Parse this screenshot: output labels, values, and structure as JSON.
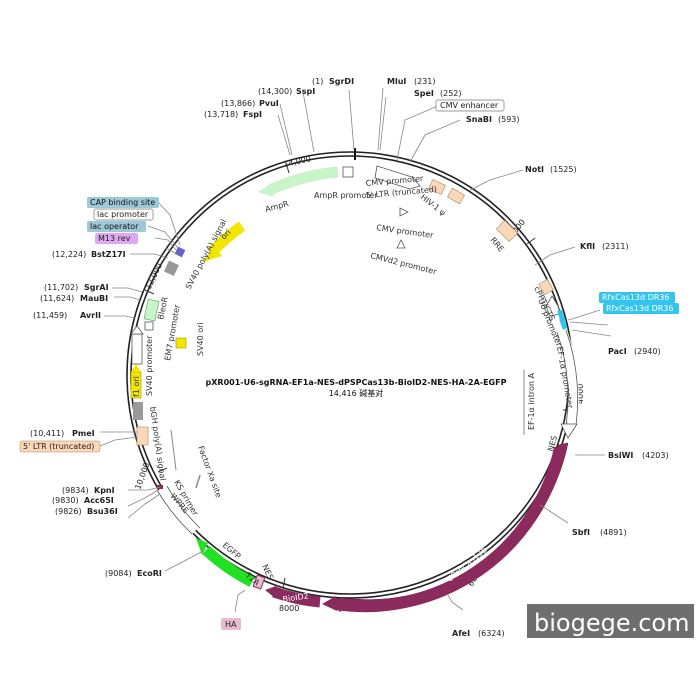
{
  "map": {
    "name": "pXR001-U6-sgRNA-EF1a-NES-dPSPCas13b-BioID2-NES-HA-2A-EGFP",
    "size_text": "14,416 碱基对"
  },
  "ticks": [
    {
      "label": "2000"
    },
    {
      "label": "4000"
    },
    {
      "label": "6000"
    },
    {
      "label": "8000"
    },
    {
      "label": "10,000"
    },
    {
      "label": "12,000"
    },
    {
      "label": "14,000"
    }
  ],
  "sites": [
    {
      "name": "SgrDI",
      "pos": "(1)"
    },
    {
      "name": "MluI",
      "pos": "(231)"
    },
    {
      "name": "SpeI",
      "pos": "(252)"
    },
    {
      "name": "SnaBI",
      "pos": "(593)"
    },
    {
      "name": "NotI",
      "pos": "(1525)"
    },
    {
      "name": "KflI",
      "pos": "(2311)"
    },
    {
      "name": "PacI",
      "pos": "(2940)"
    },
    {
      "name": "BsiWI",
      "pos": "(4203)"
    },
    {
      "name": "SbfI",
      "pos": "(4891)"
    },
    {
      "name": "AfeI",
      "pos": "(6324)"
    },
    {
      "name": "EcoRI",
      "pos": "(9084)"
    },
    {
      "name": "KpnI",
      "pos": "(9834)"
    },
    {
      "name": "Acc65I",
      "pos": "(9830)"
    },
    {
      "name": "Bsu36I",
      "pos": "(9826)"
    },
    {
      "name": "PmeI",
      "pos": "(10,411)"
    },
    {
      "name": "AvrII",
      "pos": "(11,459)"
    },
    {
      "name": "MauBI",
      "pos": "(11,624)"
    },
    {
      "name": "SgrAI",
      "pos": "(11,702)"
    },
    {
      "name": "BstZ17I",
      "pos": "(12,224)"
    },
    {
      "name": "FspI",
      "pos": "(13,718)"
    },
    {
      "name": "PvuI",
      "pos": "(13,866)"
    },
    {
      "name": "SspI",
      "pos": "(14,300)"
    }
  ],
  "features": {
    "cmv_promoter": "CMV promoter",
    "ltr5_trunc": "5' LTR (truncated)",
    "hiv_psi": "HIV-1 ψ",
    "rre": "RRE",
    "cmv_promoter2": "CMV promoter",
    "cmvd2_promoter": "CMVd2 promoter",
    "cppt": "cPPT/CTS",
    "u6": "U6 promoter",
    "ef1a": "EF-1α promoter",
    "ef1a_intron": "EF-1α intron A",
    "nes1": "NES",
    "dpspcas13b": "dPspCas13b",
    "bioid2": "BioID2",
    "nes2": "NES",
    "t2a": "T2A",
    "egfp": "EGFP",
    "wpre": "WPRE",
    "ks_primer": "KS primer",
    "factor_xa": "Factor Xa site",
    "bgh": "bGH poly(A) signal",
    "f1ori": "f1 ori",
    "sv40_promoter": "SV40 promoter",
    "em7": "EM7 promoter",
    "bleor": "BleoR",
    "sv40_ori": "SV40 ori",
    "sv40_polya": "SV40 poly(A) signal",
    "ori": "ori",
    "ampr": "AmpR",
    "ampr_promoter": "AmpR promoter"
  },
  "boxes": {
    "cmv_enhancer": "CMV enhancer",
    "rfx1": "RfxCas13d DR36",
    "rfx2": "RfxCas13d DR36",
    "cap": "CAP binding site",
    "lac_promoter": "lac promoter",
    "lac_operator": "lac operator",
    "m13rev": "M13 rev",
    "ltr5": "5' LTR (truncated)",
    "ha": "HA"
  },
  "watermark": "biogege.com",
  "colors": {
    "backbone": "#222222",
    "cas13b": "#8b2a5c",
    "egfp": "#22e022",
    "ori": "#f2e600",
    "ampr": "#c8f4c8",
    "ltr": "#fbd8b8",
    "promoter": "#ffffff",
    "cyan": "#33c4f0",
    "blue_box": "#9cc8d8",
    "purple_box": "#e0a8f0",
    "pink_box": "#e8bcd0",
    "gray": "#999999",
    "watermark_bg": "#6e6e6e"
  }
}
